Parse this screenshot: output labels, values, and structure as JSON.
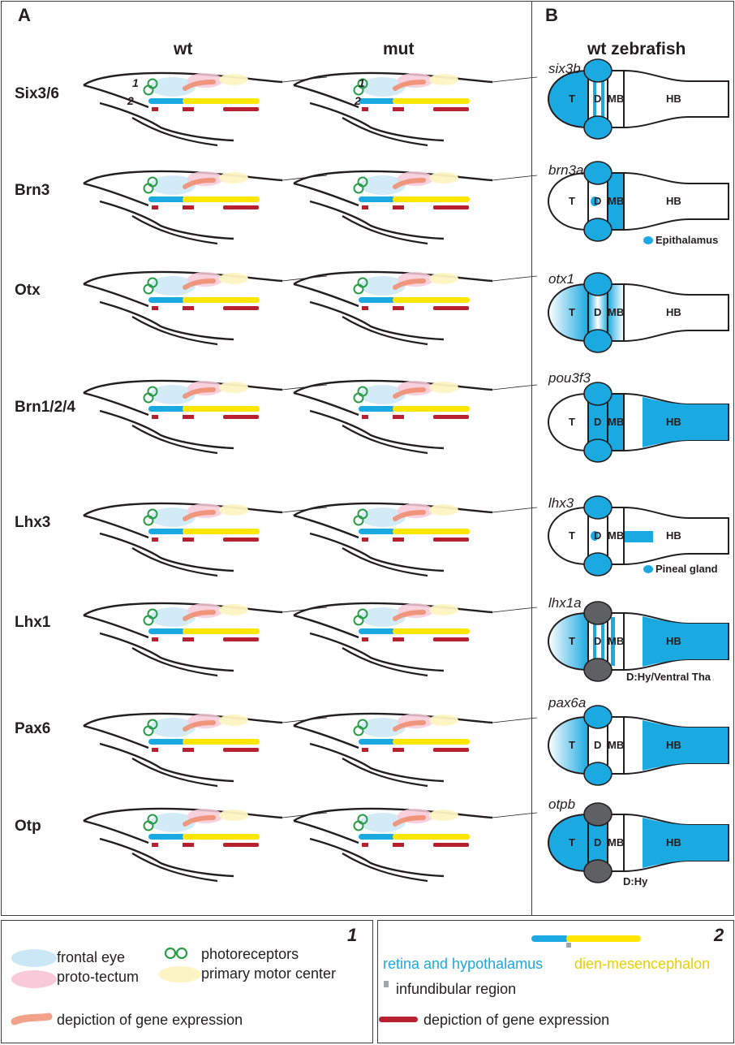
{
  "panel_a": {
    "letter": "A",
    "columns": [
      "wt",
      "mut"
    ],
    "rows": [
      {
        "gene": "Six3/6"
      },
      {
        "gene": "Brn3"
      },
      {
        "gene": "Otx"
      },
      {
        "gene": "Brn1/2/4"
      },
      {
        "gene": "Lhx3"
      },
      {
        "gene": "Lhx1"
      },
      {
        "gene": "Pax6"
      },
      {
        "gene": "Otp"
      }
    ],
    "marker_1": "1",
    "marker_2": "2"
  },
  "panel_b": {
    "letter": "B",
    "title": "wt zebrafish",
    "region_labels": {
      "t": "T",
      "d": "D",
      "mb": "MB",
      "hb": "HB"
    },
    "rows": [
      {
        "gene": "six3b"
      },
      {
        "gene": "brn3a",
        "note": "Epithalamus"
      },
      {
        "gene": "otx1"
      },
      {
        "gene": "pou3f3"
      },
      {
        "gene": "lhx3",
        "note": "Pineal gland"
      },
      {
        "gene": "lhx1a",
        "note": "D:Hy/Ventral Tha"
      },
      {
        "gene": "pax6a"
      },
      {
        "gene": "otpb",
        "note": "D:Hy"
      }
    ]
  },
  "legend_1": {
    "number": "1",
    "frontal_eye": "frontal eye",
    "proto_tectum": "proto-tectum",
    "photoreceptors": "photoreceptors",
    "primary_motor_center": "primary motor center",
    "gene_expression": "depiction of gene expression"
  },
  "legend_2": {
    "number": "2",
    "retina_hypothalamus": "retina and hypothalamus",
    "dien_mesencephalon": "dien-mesencephalon",
    "infundibular": "infundibular region",
    "gene_expression": "depiction of gene expression"
  },
  "colors": {
    "cyan": "#1ba9e1",
    "yellow": "#ffe600",
    "red": "#b7202e",
    "salmon": "#ef8b6b",
    "green": "#2a9d48",
    "light_blue": "#cbe7f5",
    "pink": "#f8c9d8",
    "cream": "#fdf4c3",
    "grey": "#5f6062"
  }
}
